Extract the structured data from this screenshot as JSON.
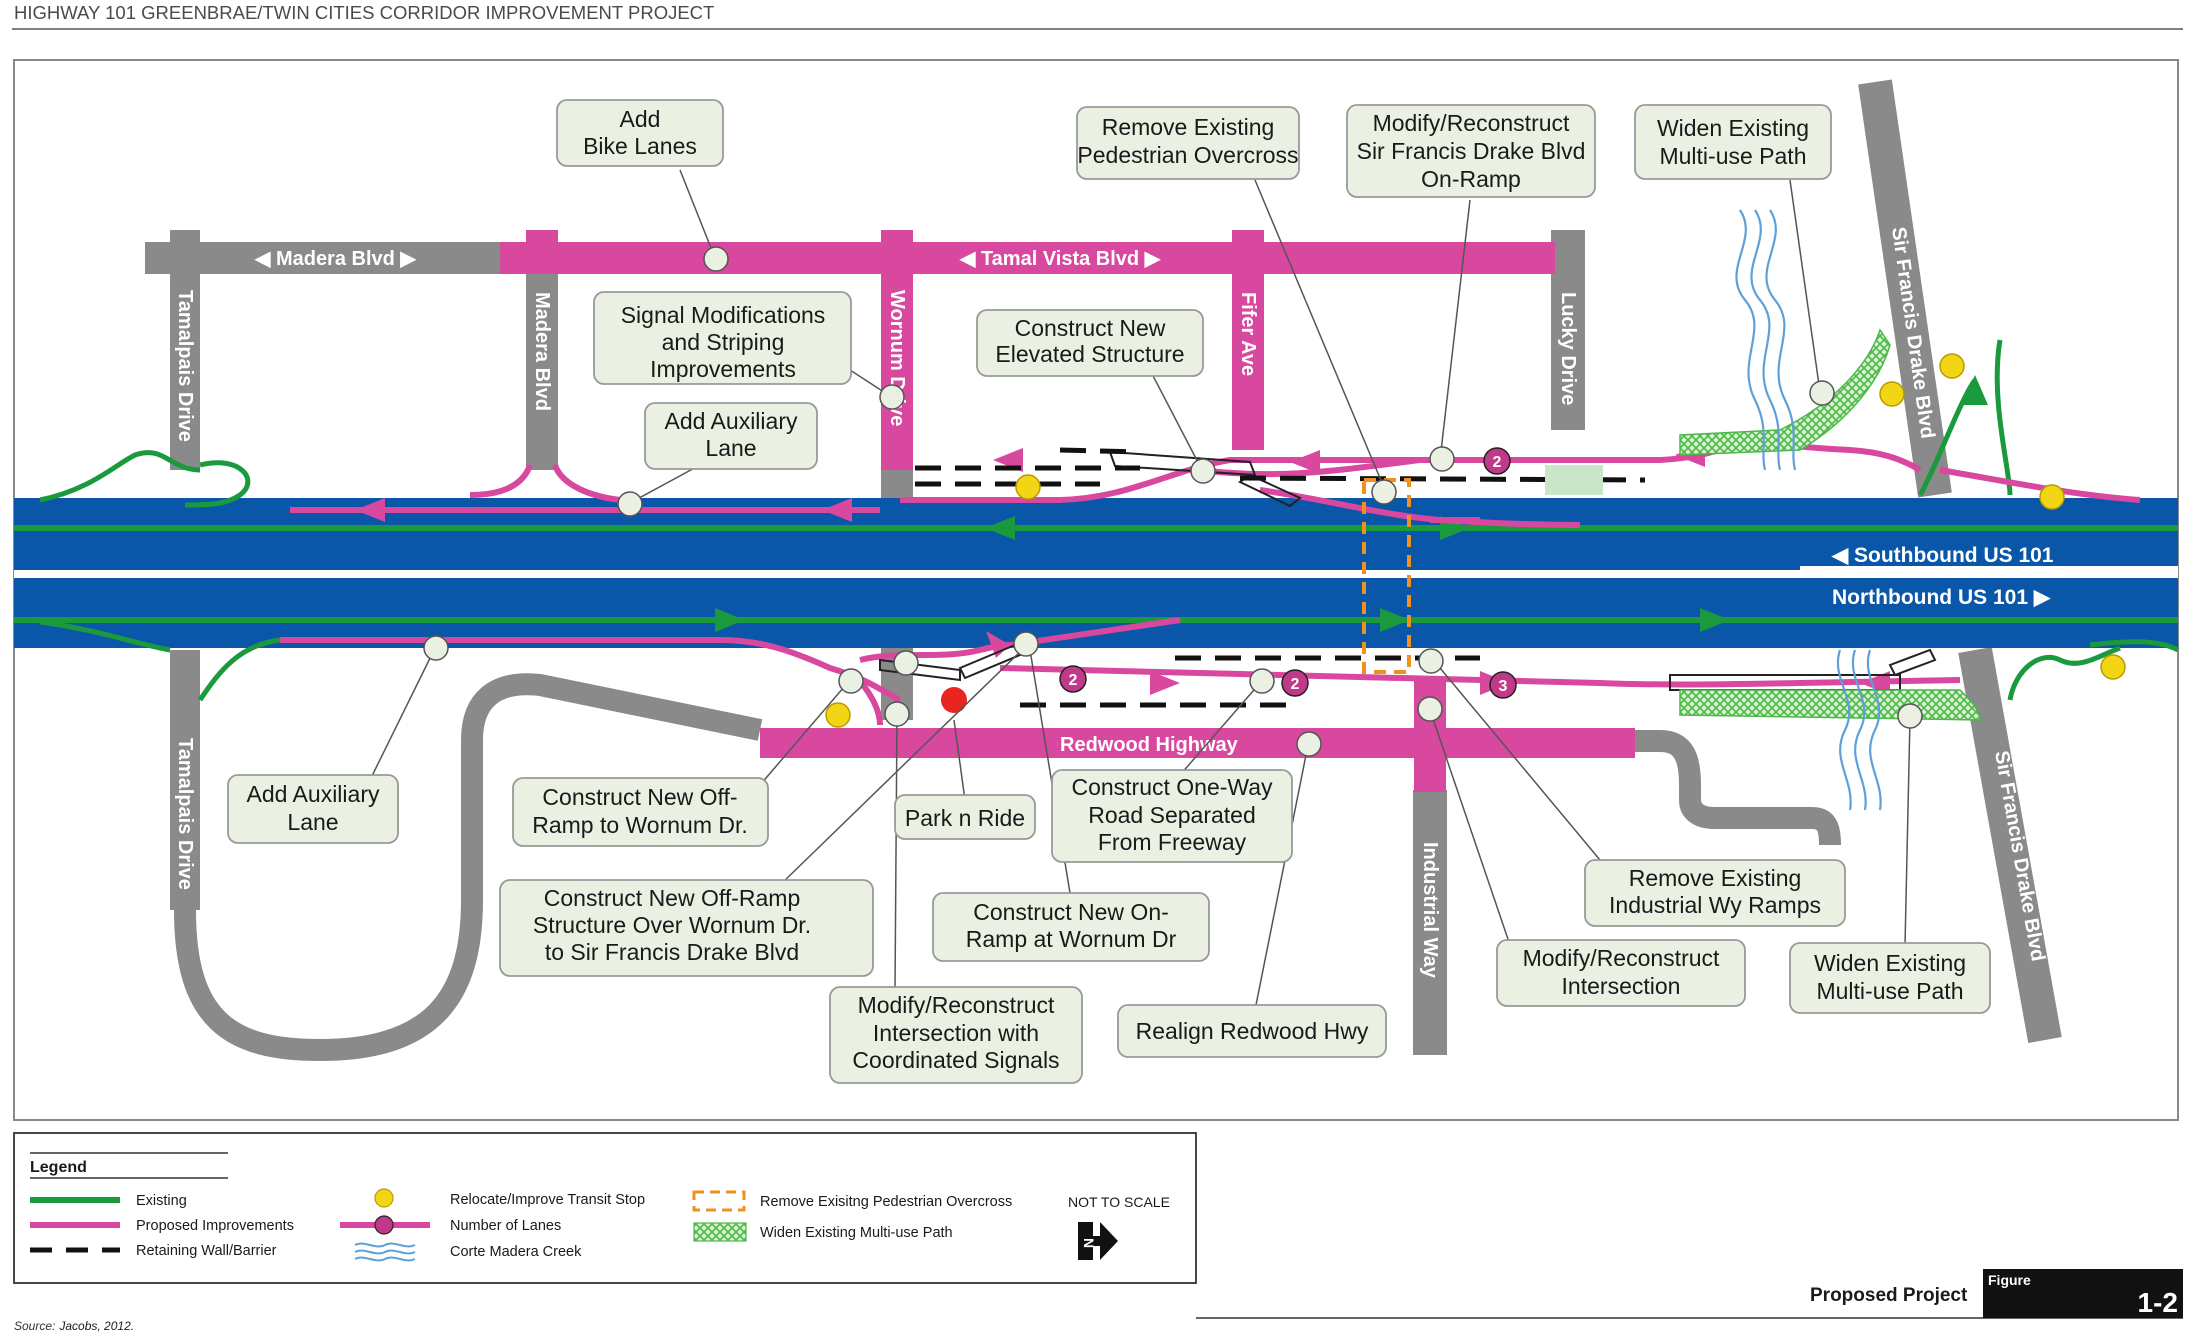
{
  "header": {
    "title": "HIGHWAY 101 GREENBRAE/TWIN CITIES CORRIDOR IMPROVEMENT PROJECT"
  },
  "colors": {
    "existing": "#1a9a3c",
    "proposed": "#d9489f",
    "freeway": "#0a56a8",
    "road_gray": "#8a8a8a",
    "transit_stop": "#f2d616",
    "park_n_ride": "#e8251f",
    "overcross": "#f0901e",
    "path_hatch": "#4cb848"
  },
  "roads": {
    "madera_blvd_h": "◀  Madera Blvd  ▶",
    "tamal_vista": "◀  Tamal Vista Blvd  ▶",
    "tamalpais_top": "Tamalpais Drive",
    "madera_blvd_v": "Madera Blvd",
    "wornum": "Wornum Drive",
    "fifer": "Fifer Ave",
    "lucky": "Lucky Drive",
    "sfd_top": "Sir Francis Drake Blvd",
    "redwood": "Redwood Highway",
    "tamalpais_bottom": "Tamalpais Drive",
    "industrial": "Industrial Way",
    "sfd_bottom": "Sir Francis Drake Blvd",
    "southbound": "◀  Southbound US 101",
    "northbound": "Northbound US 101  ▶"
  },
  "lane_counts": [
    "2",
    "2",
    "2",
    "3"
  ],
  "callouts": [
    {
      "id": "bike",
      "lines": [
        "Add",
        "Bike Lanes"
      ]
    },
    {
      "id": "remove-overcross",
      "lines": [
        "Remove Existing",
        "Pedestrian Overcross"
      ]
    },
    {
      "id": "modify-sfd-onramp",
      "lines": [
        "Modify/Reconstruct",
        "Sir Francis Drake Blvd",
        "On-Ramp"
      ]
    },
    {
      "id": "widen-path-top",
      "lines": [
        "Widen Existing",
        "Multi-use Path"
      ]
    },
    {
      "id": "signal-mods",
      "lines": [
        "Signal Modifications",
        "and Striping",
        "Improvements"
      ]
    },
    {
      "id": "elevated",
      "lines": [
        "Construct New",
        "Elevated Structure"
      ]
    },
    {
      "id": "aux-top",
      "lines": [
        "Add Auxiliary",
        "Lane"
      ]
    },
    {
      "id": "aux-bottom",
      "lines": [
        "Add Auxiliary",
        "Lane"
      ]
    },
    {
      "id": "offramp-wornum",
      "lines": [
        "Construct New Off-",
        "Ramp to Wornum Dr."
      ]
    },
    {
      "id": "park-ride",
      "lines": [
        "Park n Ride"
      ]
    },
    {
      "id": "one-way",
      "lines": [
        "Construct One-Way",
        "Road Separated",
        "From Freeway"
      ]
    },
    {
      "id": "offramp-structure",
      "lines": [
        "Construct New Off-Ramp",
        "Structure Over Wornum Dr.",
        "to Sir Francis Drake Blvd"
      ]
    },
    {
      "id": "onramp-wornum",
      "lines": [
        "Construct New On-",
        "Ramp at Wornum Dr"
      ]
    },
    {
      "id": "remove-industrial",
      "lines": [
        "Remove Existing",
        "Industrial Wy Ramps"
      ]
    },
    {
      "id": "modify-intersection",
      "lines": [
        "Modify/Reconstruct",
        "Intersection"
      ]
    },
    {
      "id": "widen-path-bottom",
      "lines": [
        "Widen Existing",
        "Multi-use Path"
      ]
    },
    {
      "id": "coordinated-signals",
      "lines": [
        "Modify/Reconstruct",
        "Intersection with",
        "Coordinated Signals"
      ]
    },
    {
      "id": "realign",
      "lines": [
        "Realign Redwood Hwy"
      ]
    }
  ],
  "legend": {
    "title": "Legend",
    "existing": "Existing",
    "proposed": "Proposed Improvements",
    "wall": "Retaining Wall/Barrier",
    "transit": "Relocate/Improve Transit Stop",
    "lanes": "Number of Lanes",
    "creek": "Corte Madera Creek",
    "overcross": "Remove Exisitng Pedestrian Overcross",
    "path": "Widen Existing Multi-use Path",
    "scale": "NOT TO SCALE",
    "north": "N"
  },
  "figure": {
    "caption": "Proposed Project",
    "label": "Figure",
    "number": "1-2"
  },
  "source": {
    "prefix": "Source:",
    "text": "Jacobs, 2012."
  }
}
